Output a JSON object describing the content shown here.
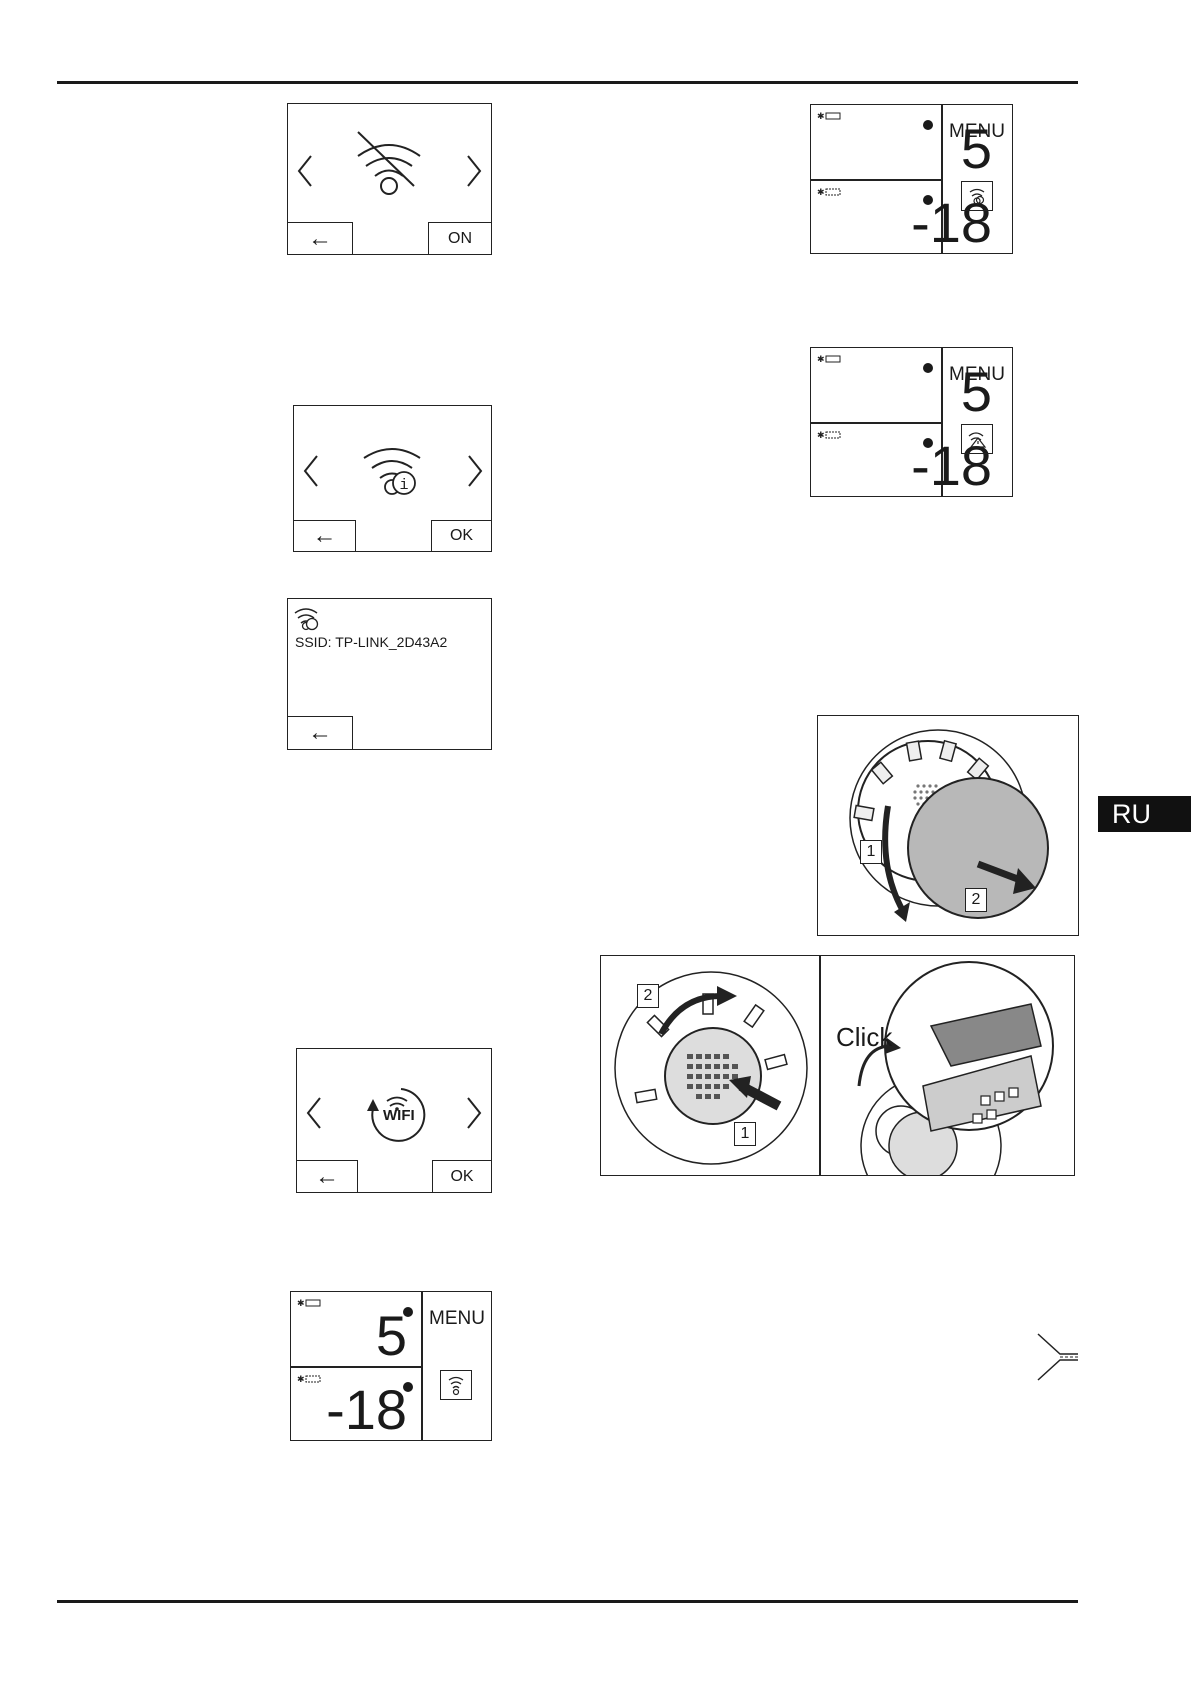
{
  "panels": {
    "wifi_off": {
      "back_label": "←",
      "confirm_label": "ON"
    },
    "wifi_info": {
      "back_label": "←",
      "confirm_label": "OK"
    },
    "ssid_screen": {
      "ssid_text": "SSID:  TP-LINK_2D43A2",
      "back_label": "←"
    },
    "wifi_connect": {
      "back_label": "←",
      "confirm_label": "OK",
      "icon_label": "WIFI"
    }
  },
  "displays": [
    {
      "fridge_temp": "5",
      "freezer_temp": "-18",
      "menu_label": "MENU",
      "status_icon": "wifi-connecting-icon"
    },
    {
      "fridge_temp": "5",
      "freezer_temp": "-18",
      "menu_label": "MENU",
      "status_icon": "wifi-error-icon"
    },
    {
      "fridge_temp": "5",
      "freezer_temp": "-18",
      "menu_label": "MENU",
      "status_icon": "wifi-connected-icon"
    }
  ],
  "illustrations": {
    "filter_remove": {
      "step1": "1",
      "step2": "2"
    },
    "filter_install": {
      "step1": "1",
      "step2": "2",
      "click_label": "Click"
    }
  },
  "language_tab": "RU",
  "colors": {
    "line": "#1a1a1a",
    "tab_bg": "#111111",
    "illustration_gray": "#b8b8b8"
  }
}
